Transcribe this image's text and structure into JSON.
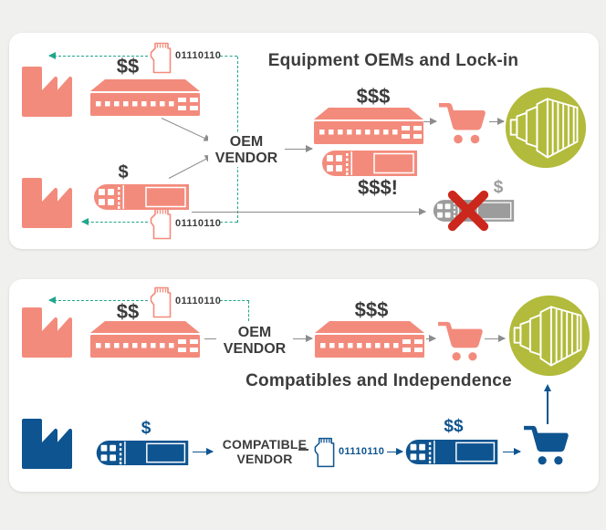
{
  "colors": {
    "pagebg": "#F0F0EE",
    "panelbg": "#FFFFFF",
    "salmon": "#F38B7C",
    "blue": "#0E5490",
    "teal": "#1FA68C",
    "olive": "#B2BB3B",
    "gray": "#8C8C8C",
    "dark": "#3C3C3C",
    "red": "#CC271C",
    "greydev": "#9C9C9C"
  },
  "panel_oem": {
    "title": "Equipment OEMs and Lock-in",
    "firmware_top": "01110110",
    "firmware_bottom": "01110110",
    "oem_price_equipment": "$$",
    "oem_price_transceiver": "$",
    "vendor_line1": "OEM",
    "vendor_line2": "VENDOR",
    "sale_price_equipment": "$$$",
    "sale_price_transceiver": "$$$!",
    "rejected_price": "$"
  },
  "panel_compat": {
    "title": "Compatibles and Independence",
    "firmware_oem": "01110110",
    "oem_price_equipment": "$$",
    "vendor_line1": "OEM",
    "vendor_line2": "VENDOR",
    "sale_price_equipment": "$$$",
    "compat_price_in": "$",
    "compat_vendor_line1": "COMPATIBLE",
    "compat_vendor_line2": "VENDOR",
    "firmware_compat": "01110110",
    "compat_price_out": "$$"
  }
}
